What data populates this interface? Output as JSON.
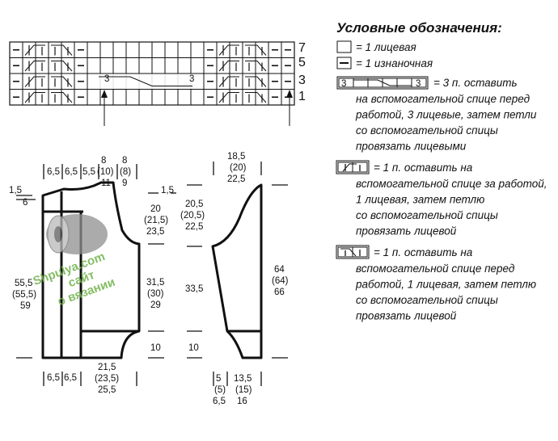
{
  "chart": {
    "row_labels": [
      "7",
      "5",
      "3",
      "1"
    ],
    "cable3_label": "3"
  },
  "legend": {
    "title": "Условные обозначения:",
    "items": [
      {
        "symbol": "empty-square-icon",
        "lines": [
          "= 1 лицевая"
        ]
      },
      {
        "symbol": "dash-square-icon",
        "lines": [
          "= 1 изнаночная"
        ]
      },
      {
        "symbol": "cable-3x3-icon",
        "lines": [
          "= 3 п. оставить",
          "на вспомогательной спице перед",
          "работой, 3 лицевые, затем петли",
          "со вспомогательной спицы",
          "провязать лицевыми"
        ]
      },
      {
        "symbol": "cross-left-icon",
        "lines": [
          "= 1 п. оставить на",
          "вспомогательной спице за работой,",
          "1 лицевая, затем петлю",
          "со вспомогательной спицы",
          "провязать лицевой"
        ]
      },
      {
        "symbol": "cross-right-icon",
        "lines": [
          "= 1 п. оставить на",
          "вспомогательной спице перед",
          "работой, 1 лицевая, затем петлю",
          "со вспомогательной спицы",
          "провязать лицевой"
        ]
      }
    ],
    "cable_symbol_number": "3"
  },
  "watermark": {
    "lines": [
      "Shpulya.com",
      "сайт",
      "о вязании"
    ]
  },
  "front": {
    "top_dims": [
      "6,5",
      "6,5",
      "5,5"
    ],
    "neck_width": [
      "8",
      "(10)",
      "11"
    ],
    "shoulder_width": [
      "8",
      "(8)",
      "9"
    ],
    "left_shoulder_drop_top": "1,5",
    "left_shoulder_drop_bottom": "6",
    "right_shoulder_drop": "1,5",
    "armhole": [
      "20",
      "(21,5)",
      "23,5"
    ],
    "side_height": [
      "31,5",
      "(30)",
      "29"
    ],
    "rib_height": "10",
    "total_height": [
      "55,5",
      "(55,5)",
      "59"
    ],
    "bottom_dims": [
      "6,5",
      "6,5"
    ],
    "bottom_width": [
      "21,5",
      "(23,5)",
      "25,5"
    ]
  },
  "sleeve": {
    "top_width": [
      "18,5",
      "(20)",
      "22,5"
    ],
    "cap_height": [
      "20,5",
      "(20,5)",
      "22,5"
    ],
    "body_height": "33,5",
    "rib_height": "10",
    "total_length": [
      "64",
      "(64)",
      "66"
    ],
    "bottom_small": [
      "5",
      "(5)",
      "6,5"
    ],
    "bottom_wide": [
      "13,5",
      "(15)",
      "16"
    ]
  }
}
